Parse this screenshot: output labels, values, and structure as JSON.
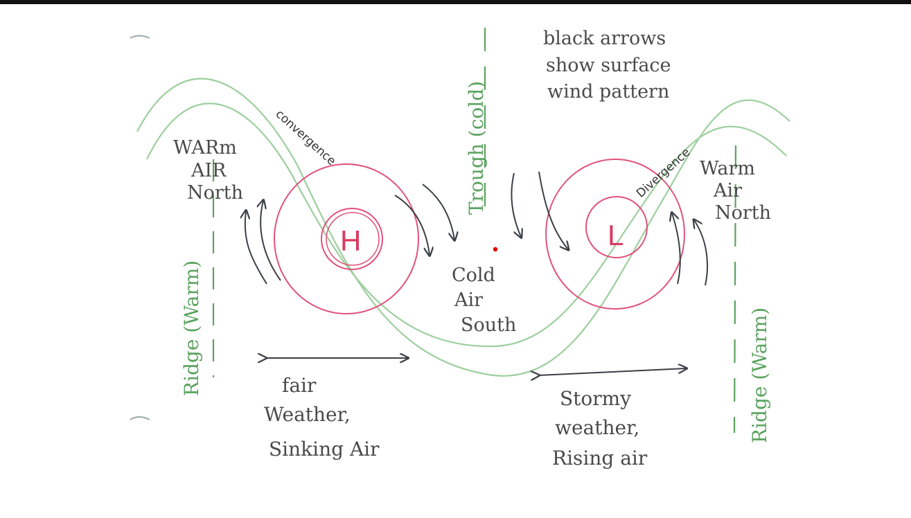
{
  "labels": {
    "legend": [
      "black arrows",
      "show surface",
      "wind pattern"
    ],
    "warm_air_left": [
      "WARm",
      "AIR",
      "North"
    ],
    "warm_air_right": [
      "Warm",
      "Air",
      "North"
    ],
    "ridge_left": "Ridge (Warm)",
    "ridge_right": "Ridge (Warm)",
    "trough": "Trough (cold)",
    "convergence": "convergence",
    "divergence": "Divergence",
    "high": "H",
    "low": "L",
    "cold_air": [
      "Cold",
      "Air",
      "South"
    ],
    "fair_weather": [
      "fair",
      "Weather,",
      "Sinking Air"
    ],
    "stormy_weather": [
      "Stormy",
      "weather,",
      "Rising air"
    ]
  },
  "colors": {
    "jet_stream": "#9ccf9c",
    "ridge_trough": "#5aa35e",
    "pressure_rings": "#e0527a",
    "wind_arrows": "#3a3f45",
    "marker": "#e00000"
  }
}
